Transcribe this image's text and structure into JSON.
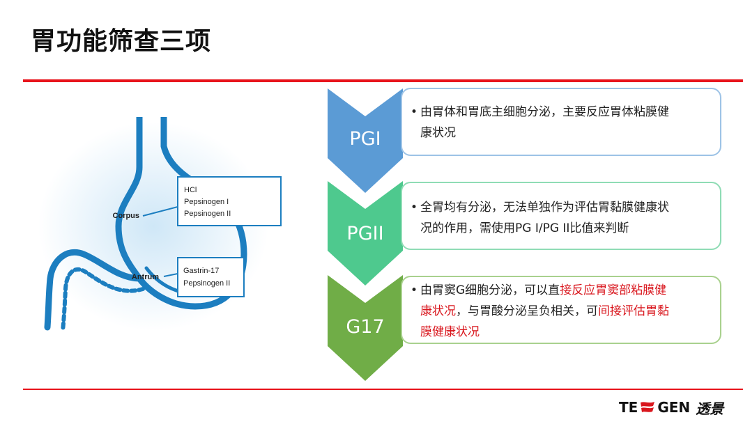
{
  "slide": {
    "title": "胃功能筛查三项"
  },
  "figure": {
    "labels": {
      "corpus": "Corpus",
      "antrum": "Antrum",
      "corpus_box": [
        "HCl",
        "Pepsinogen I",
        "Pepsinogen II"
      ],
      "antrum_box": [
        "Gastrin-17",
        "Pepsinogen II"
      ]
    }
  },
  "items": [
    {
      "tag": "PGI",
      "color": "#5b9bd5",
      "border": "#9dc3e6",
      "lines": [
        [
          {
            "t": "由胃体和胃底主细胞分泌，主要反应胃体粘膜健",
            "red": false
          }
        ],
        [
          {
            "t": "康状况",
            "red": false
          }
        ]
      ]
    },
    {
      "tag": "PGII",
      "color": "#4ec98e",
      "border": "#8fdcb5",
      "lines": [
        [
          {
            "t": "全胃均有分泌，无法单独作为评估胃黏膜健康状",
            "red": false
          }
        ],
        [
          {
            "t": "况的作用，需使用PG I/PG II比值来判断",
            "red": false
          }
        ]
      ]
    },
    {
      "tag": "G17",
      "color": "#70ad47",
      "border": "#a9d18e",
      "lines": [
        [
          {
            "t": "由胃窦G细胞分泌，可以直",
            "red": false
          },
          {
            "t": "接反应胃窦部粘膜健",
            "red": true
          }
        ],
        [
          {
            "t": "康状况",
            "red": true
          },
          {
            "t": "，与胃酸分泌呈负相关，可",
            "red": false
          },
          {
            "t": "间接评估胃黏",
            "red": true
          }
        ],
        [
          {
            "t": "膜健康状况",
            "red": true
          }
        ]
      ]
    }
  ],
  "logo": {
    "left": "TE",
    "right": "GEN",
    "cn": "透景",
    "mark_color": "#d9161d"
  }
}
